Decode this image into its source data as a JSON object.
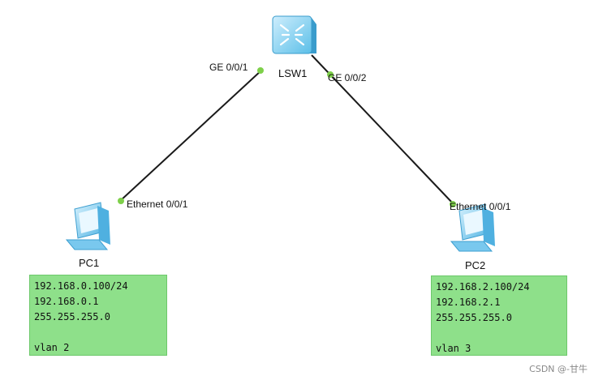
{
  "devices": {
    "switch": {
      "name": "LSW1",
      "icon": "switch-icon"
    },
    "pc1": {
      "name": "PC1",
      "icon": "pc-icon"
    },
    "pc2": {
      "name": "PC2",
      "icon": "pc-icon"
    }
  },
  "ports": {
    "sw_left": "GE 0/0/1",
    "sw_right": "GE 0/0/2",
    "pc1_port": "Ethernet 0/0/1",
    "pc2_port": "Ethernet 0/0/1"
  },
  "notes": {
    "pc1": {
      "ip": "192.168.0.100/24",
      "gateway": "192.168.0.1",
      "mask": "255.255.255.0",
      "blank": "",
      "vlan": "vlan 2"
    },
    "pc2": {
      "ip": "192.168.2.100/24",
      "gateway": "192.168.2.1",
      "mask": "255.255.255.0",
      "blank": "",
      "vlan": "vlan 3"
    }
  },
  "colors": {
    "note_bg": "#8ee08a",
    "port_dot": "#7ed04a",
    "link": "#1a1a1a"
  },
  "watermark": "CSDN @-甘牛"
}
